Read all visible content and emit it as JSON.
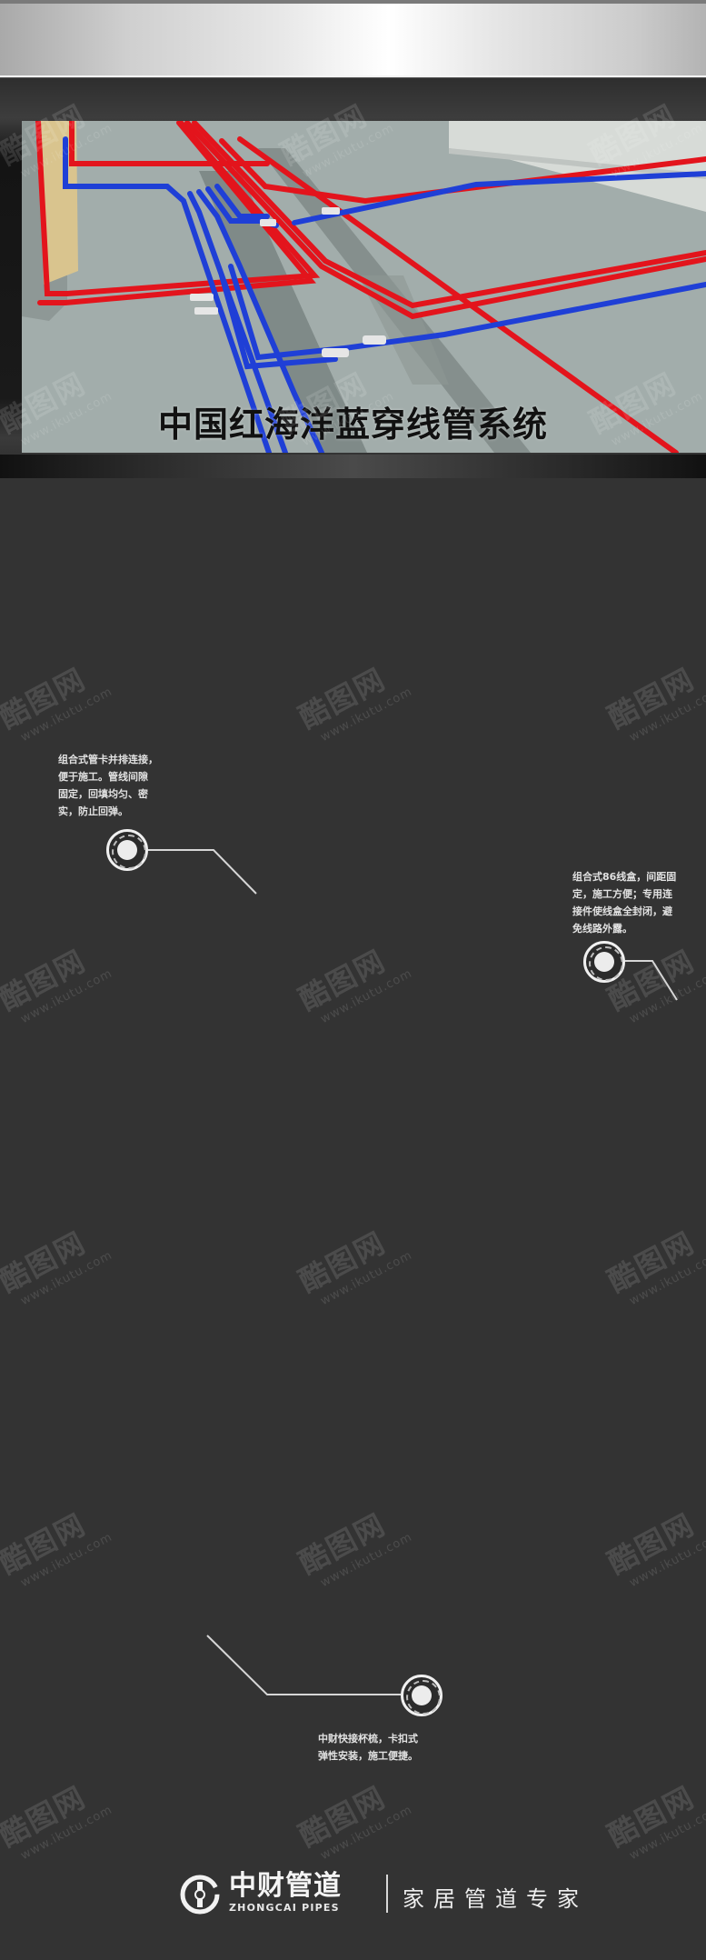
{
  "header": {
    "bar_colors": {
      "edge": "#a9a9a9",
      "center": "#ffffff"
    }
  },
  "photo": {
    "caption": "中国红海洋蓝穿线管系统",
    "pipe_colors": {
      "red": "#e3141c",
      "blue": "#1f3fd6"
    },
    "floor_color": "#a1acaa"
  },
  "callouts": [
    {
      "id": "pipe-clamp",
      "lines": [
        "组合式管卡并排连接，",
        "便于施工。管线间隙",
        "固定，回填均匀、密",
        "实，防止回弹。"
      ]
    },
    {
      "id": "junction-box",
      "lines": [
        "组合式86线盒，间距固",
        "定，施工方便；专用连",
        "接件使线盒全封闭，避",
        "免线路外露。"
      ]
    },
    {
      "id": "quick-connector",
      "lines": [
        "中财快接杯梳，卡扣式",
        "弹性安装，施工便捷。"
      ]
    }
  ],
  "watermark": {
    "logo": "酷图网",
    "url": "www.ikutu.com"
  },
  "footer": {
    "brand_cn": "中财管道",
    "brand_en": "ZHONGCAI PIPES",
    "slogan": "家居管道专家"
  },
  "colors": {
    "background": "#333333",
    "text": "#e2e2e2",
    "accent_red": "#e3141c",
    "accent_blue": "#1f3fd6"
  }
}
